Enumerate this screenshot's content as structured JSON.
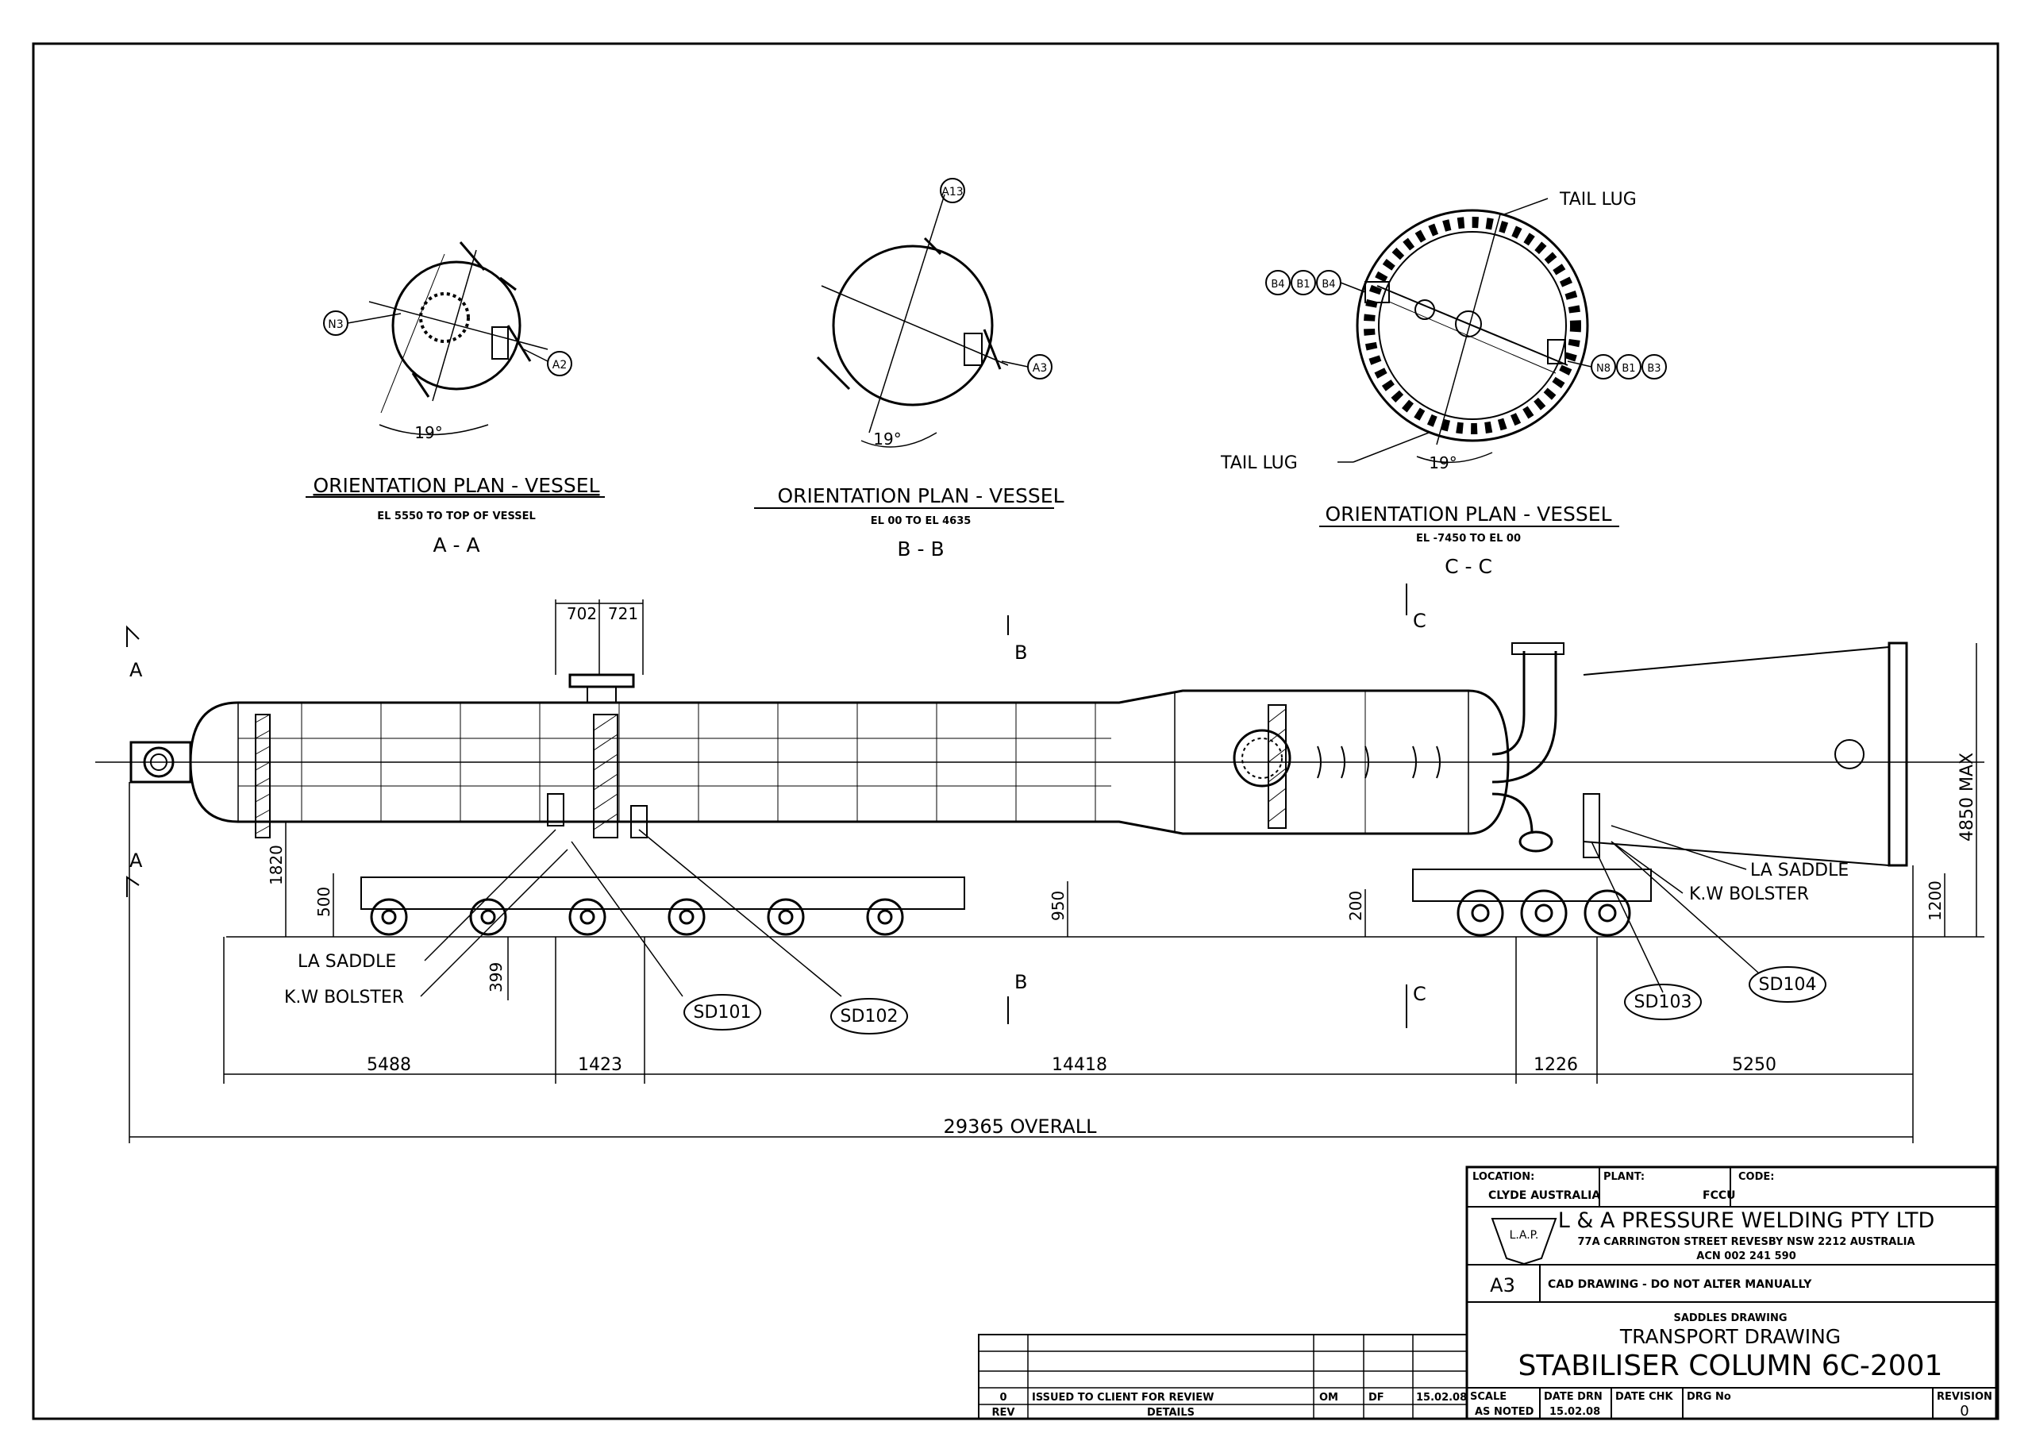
{
  "plans": [
    {
      "title": "ORIENTATION PLAN - VESSEL",
      "elevation": "EL 5550 TO TOP OF VESSEL",
      "section": "A - A",
      "angle": "19°",
      "nozzles": [
        "N3",
        "A2"
      ]
    },
    {
      "title": "ORIENTATION PLAN - VESSEL",
      "elevation": "EL 00 TO EL 4635",
      "section": "B - B",
      "angle": "19°",
      "nozzles": [
        "A13",
        "A3"
      ]
    },
    {
      "title": "ORIENTATION PLAN - VESSEL",
      "elevation": "EL -7450 TO EL 00",
      "section": "C - C",
      "angle": "19°",
      "nozzles": [
        "B4",
        "B1",
        "B4",
        "N8",
        "B1",
        "B3"
      ]
    }
  ],
  "tail_lug": "TAIL LUG",
  "section_markers": {
    "a": "A",
    "b": "B",
    "c": "C"
  },
  "saddles": [
    "SD101",
    "SD102",
    "SD103",
    "SD104"
  ],
  "labels": {
    "la_saddle": "LA SADDLE",
    "kw_bolster": "K.W BOLSTER"
  },
  "dimensions": {
    "top_a": "702",
    "top_b": "721",
    "h1820": "1820",
    "h500": "500",
    "h399": "399",
    "h950": "950",
    "h200": "200",
    "h1200": "1200",
    "h4850": "4850 MAX",
    "d5488": "5488",
    "d1423": "1423",
    "d14418": "14418",
    "d1226": "1226",
    "d5250": "5250",
    "overall": "29365 OVERALL"
  },
  "title_block": {
    "location_label": "LOCATION:",
    "location": "CLYDE AUSTRALIA",
    "plant_label": "PLANT:",
    "plant": "FCCU",
    "code_label": "CODE:",
    "company": "L & A PRESSURE WELDING PTY LTD",
    "address": "77A CARRINGTON STREET REVESBY NSW 2212 AUSTRALIA",
    "acn": "ACN 002 241 590",
    "logo_text": "L.A.P.",
    "sheet": "A3",
    "cad_note": "CAD DRAWING - DO NOT ALTER MANUALLY",
    "subtitle": "SADDLES DRAWING",
    "title2": "TRANSPORT DRAWING",
    "title3": "STABILISER COLUMN 6C-2001",
    "scale_label": "SCALE",
    "scale": "AS NOTED",
    "date_drn_label": "DATE DRN",
    "date_drn": "15.02.08",
    "date_chk_label": "DATE CHK",
    "drg_no_label": "DRG No",
    "revision_label": "REVISION",
    "revision": "0"
  },
  "revision_table": {
    "row": {
      "rev": "0",
      "details": "ISSUED TO CLIENT FOR REVIEW",
      "by": "OM",
      "chk": "DF",
      "date": "15.02.08"
    },
    "header": {
      "rev": "REV",
      "details": "DETAILS"
    }
  }
}
